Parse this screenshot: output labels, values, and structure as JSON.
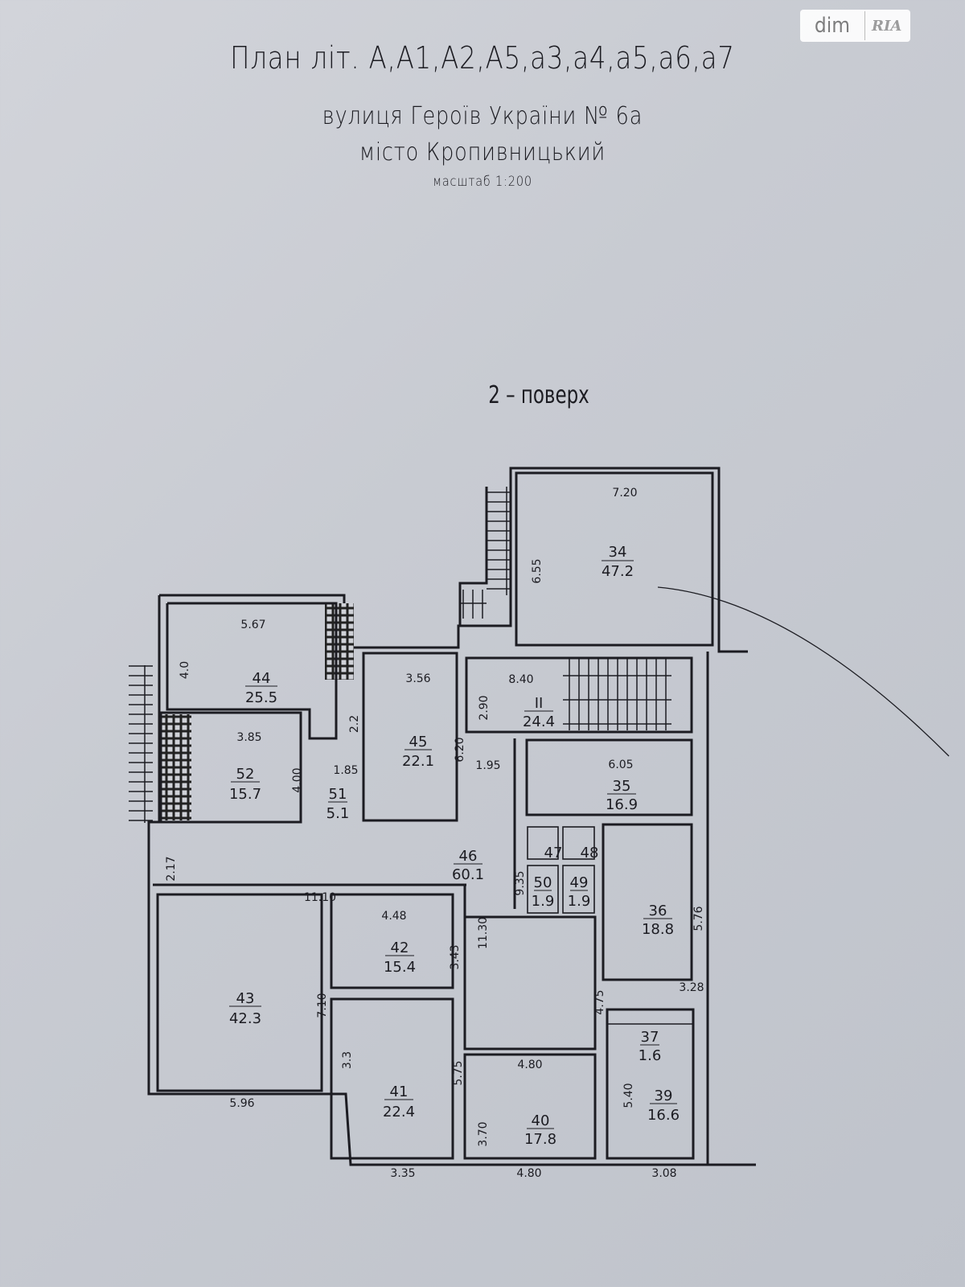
{
  "header": {
    "title": "План літ. А,А1,А2,А5,а3,а4,а5,а6,а7",
    "street": "вулиця Героїв України № 6а",
    "city": "місто Кропивницький",
    "scale": "масштаб 1:200"
  },
  "floor_label": "2 – поверх",
  "logo": {
    "left": "dim",
    "right": "RIA"
  },
  "rooms": [
    {
      "number": "34",
      "area": "47.2"
    },
    {
      "number": "44",
      "area": "25.5"
    },
    {
      "number": "52",
      "area": "15.7"
    },
    {
      "number": "51",
      "area": "5.1"
    },
    {
      "number": "45",
      "area": "22.1"
    },
    {
      "number": "II",
      "area": "24.4"
    },
    {
      "number": "35",
      "area": "16.9"
    },
    {
      "number": "46",
      "area": "60.1"
    },
    {
      "number": "50",
      "area": "1.9"
    },
    {
      "number": "49",
      "area": "1.9"
    },
    {
      "number": "36",
      "area": "18.8"
    },
    {
      "number": "43",
      "area": "42.3"
    },
    {
      "number": "42",
      "area": "15.4"
    },
    {
      "number": "41",
      "area": "22.4"
    },
    {
      "number": "40",
      "area": "17.8"
    },
    {
      "number": "37",
      "area": "1.6"
    },
    {
      "number": "39",
      "area": "16.6"
    },
    {
      "number": "47"
    },
    {
      "number": "48"
    }
  ],
  "dimensions": [
    "7.20",
    "6.55",
    "5.67",
    "4.0",
    "2.2",
    "3.85",
    "4.00",
    "1.85",
    "3.56",
    "6.20",
    "8.40",
    "2.90",
    "6.05",
    "1.95",
    "9.35",
    "11.30",
    "2.17",
    "11.10",
    "5.76",
    "3.28",
    "4.48",
    "3.43",
    "7.10",
    "5.96",
    "3.3",
    "5.75",
    "3.35",
    "4.80",
    "3.70",
    "4.80",
    "5.40",
    "3.08",
    "4.75"
  ]
}
